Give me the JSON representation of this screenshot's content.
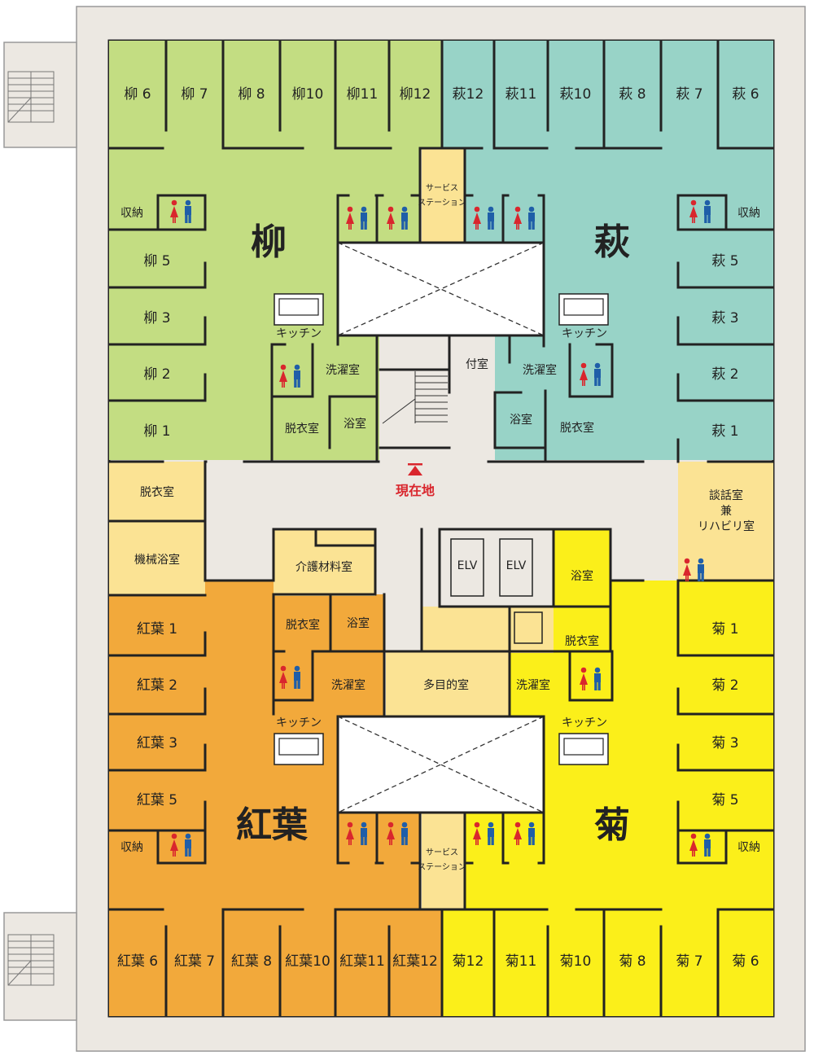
{
  "colors": {
    "yanagi": "#c3dd82",
    "hagi": "#98d3c7",
    "momiji": "#f2a93b",
    "kiku": "#fbef1a",
    "common": "#fbe394",
    "corridor": "#ece8e2",
    "outline": "#222222",
    "male": "#1f5ea8",
    "female": "#d9262d",
    "marker": "#d9262d"
  },
  "wings": {
    "yanagi": "柳",
    "hagi": "萩",
    "momiji": "紅葉",
    "kiku": "菊"
  },
  "rooms": {
    "yanagi_top": [
      "柳 6",
      "柳 7",
      "柳 8",
      "柳10",
      "柳11",
      "柳12"
    ],
    "hagi_top": [
      "萩12",
      "萩11",
      "萩10",
      "萩 8",
      "萩 7",
      "萩 6"
    ],
    "yanagi_side": [
      "柳 5",
      "柳 3",
      "柳 2",
      "柳 1"
    ],
    "hagi_side": [
      "萩 5",
      "萩 3",
      "萩 2",
      "萩 1"
    ],
    "momiji_side": [
      "紅葉 1",
      "紅葉 2",
      "紅葉 3",
      "紅葉 5"
    ],
    "kiku_side": [
      "菊 1",
      "菊 2",
      "菊 3",
      "菊 5"
    ],
    "momiji_bottom": [
      "紅葉 6",
      "紅葉 7",
      "紅葉 8",
      "紅葉10",
      "紅葉11",
      "紅葉12"
    ],
    "kiku_bottom": [
      "菊12",
      "菊11",
      "菊10",
      "菊 8",
      "菊 7",
      "菊 6"
    ]
  },
  "labels": {
    "storage": "収納",
    "kitchen": "キッチン",
    "laundry": "洗濯室",
    "bath": "浴室",
    "dressing": "脱衣室",
    "annex": "付室",
    "service_station_line1": "サービス",
    "service_station_line2": "ステーション",
    "machine_bath": "機械浴室",
    "care_storage": "介護材料室",
    "elevator": "ELV",
    "multipurpose": "多目的室",
    "lounge_line1": "談話室",
    "lounge_line2": "兼",
    "lounge_line3": "リハビリ室",
    "current_location": "現在地"
  }
}
